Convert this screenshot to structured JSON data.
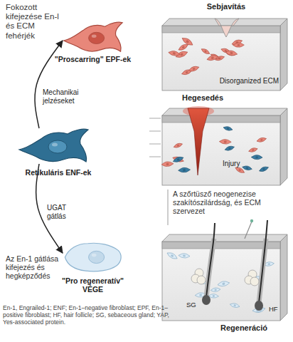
{
  "diagram": {
    "nodes": [
      {
        "text": [
          "\"Proscarring\" EPF-ek"
        ]
      },
      {
        "text": [
          "Retikuláris ENF-ek"
        ]
      },
      {
        "text": [
          "\"Pro regeneratív\" VÉGE"
        ]
      },
      {
        "text": [
          "Sebjavítás",
          "Disorganized ECM"
        ]
      },
      {
        "text": [
          "Hegesedés",
          "Injury"
        ]
      },
      {
        "text": [
          "Regeneráció",
          "SG",
          "HF"
        ]
      }
    ],
    "edges": [
      {
        "from": 1,
        "to": 0,
        "arrow": "to",
        "label": "Mechanikai jelzéseket"
      },
      {
        "from": 1,
        "to": 2,
        "arrow": "to",
        "label": "UGAT gátlás"
      }
    ],
    "labels": [
      "Fokozott kifejezése En-l és ECM fehérjék",
      "Az En-1 gátlása kifejezés és hegképződés",
      "A szőrtüsző neogenezise szakítószilárdság, és ECM szervezet",
      "En-1, Engrailed-1; ENF; En-1–negative fibroblast; EPF, En-1–positive fibroblast; HF, hair follicle; SG, sebaceous gland; YAP, Yes-associated protein."
    ]
  }
}
